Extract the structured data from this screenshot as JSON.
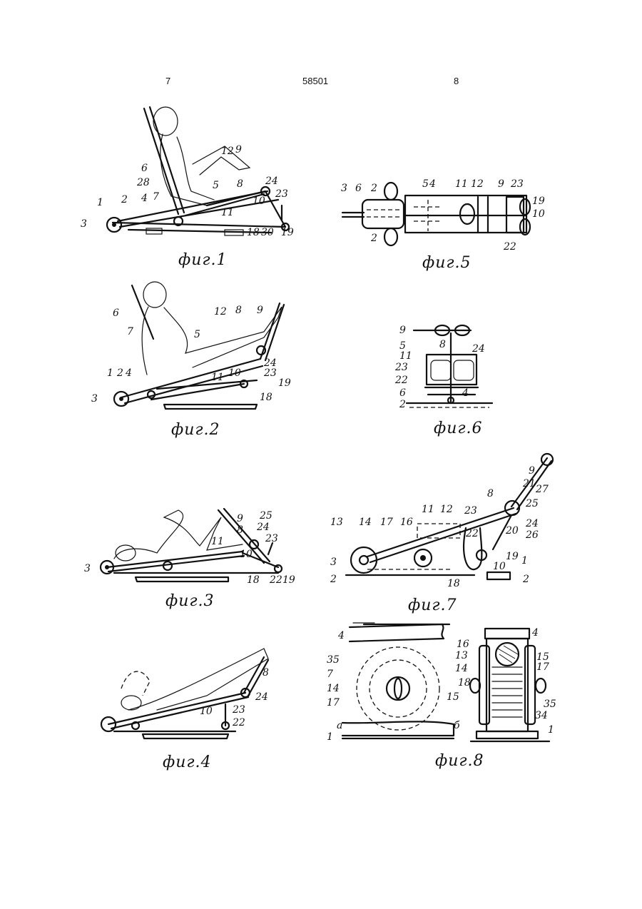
{
  "header": {
    "left_page": "7",
    "patent_number": "58501",
    "right_page": "8"
  },
  "figures": {
    "fig1": {
      "caption": "фиг.1",
      "labels": [
        "3",
        "1",
        "2",
        "4",
        "7",
        "28",
        "6",
        "5",
        "12",
        "9",
        "8",
        "24",
        "23",
        "10",
        "11",
        "18",
        "30",
        "19"
      ]
    },
    "fig2": {
      "caption": "фиг.2",
      "labels": [
        "6",
        "7",
        "1",
        "2",
        "4",
        "3",
        "12",
        "8",
        "9",
        "5",
        "24",
        "23",
        "11",
        "10",
        "18",
        "19"
      ]
    },
    "fig3": {
      "caption": "фиг.3",
      "labels": [
        "3",
        "9",
        "8",
        "25",
        "24",
        "23",
        "11",
        "10",
        "18",
        "22",
        "19"
      ]
    },
    "fig4": {
      "caption": "фиг.4",
      "labels": [
        "8",
        "24",
        "10",
        "23",
        "22"
      ]
    },
    "fig5": {
      "caption": "фиг.5",
      "labels": [
        "3",
        "6",
        "2",
        "2",
        "5",
        "4",
        "11",
        "12",
        "9",
        "23",
        "19",
        "10",
        "22"
      ]
    },
    "fig6": {
      "caption": "фиг.6",
      "labels": [
        "9",
        "8",
        "5",
        "24",
        "11",
        "23",
        "22",
        "6",
        "2",
        "4"
      ]
    },
    "fig7": {
      "caption": "фиг.7",
      "labels": [
        "9",
        "21",
        "8",
        "27",
        "25",
        "11",
        "12",
        "23",
        "24",
        "26",
        "13",
        "14",
        "17",
        "16",
        "22",
        "20",
        "3",
        "19",
        "10",
        "1",
        "2",
        "18",
        "2"
      ]
    },
    "fig8": {
      "caption": "фиг.8",
      "labels": [
        "4",
        "16",
        "4",
        "35",
        "13",
        "14",
        "15",
        "17",
        "7",
        "18",
        "14",
        "17",
        "15",
        "35",
        "34",
        "а",
        "б",
        "1",
        "1"
      ]
    }
  }
}
